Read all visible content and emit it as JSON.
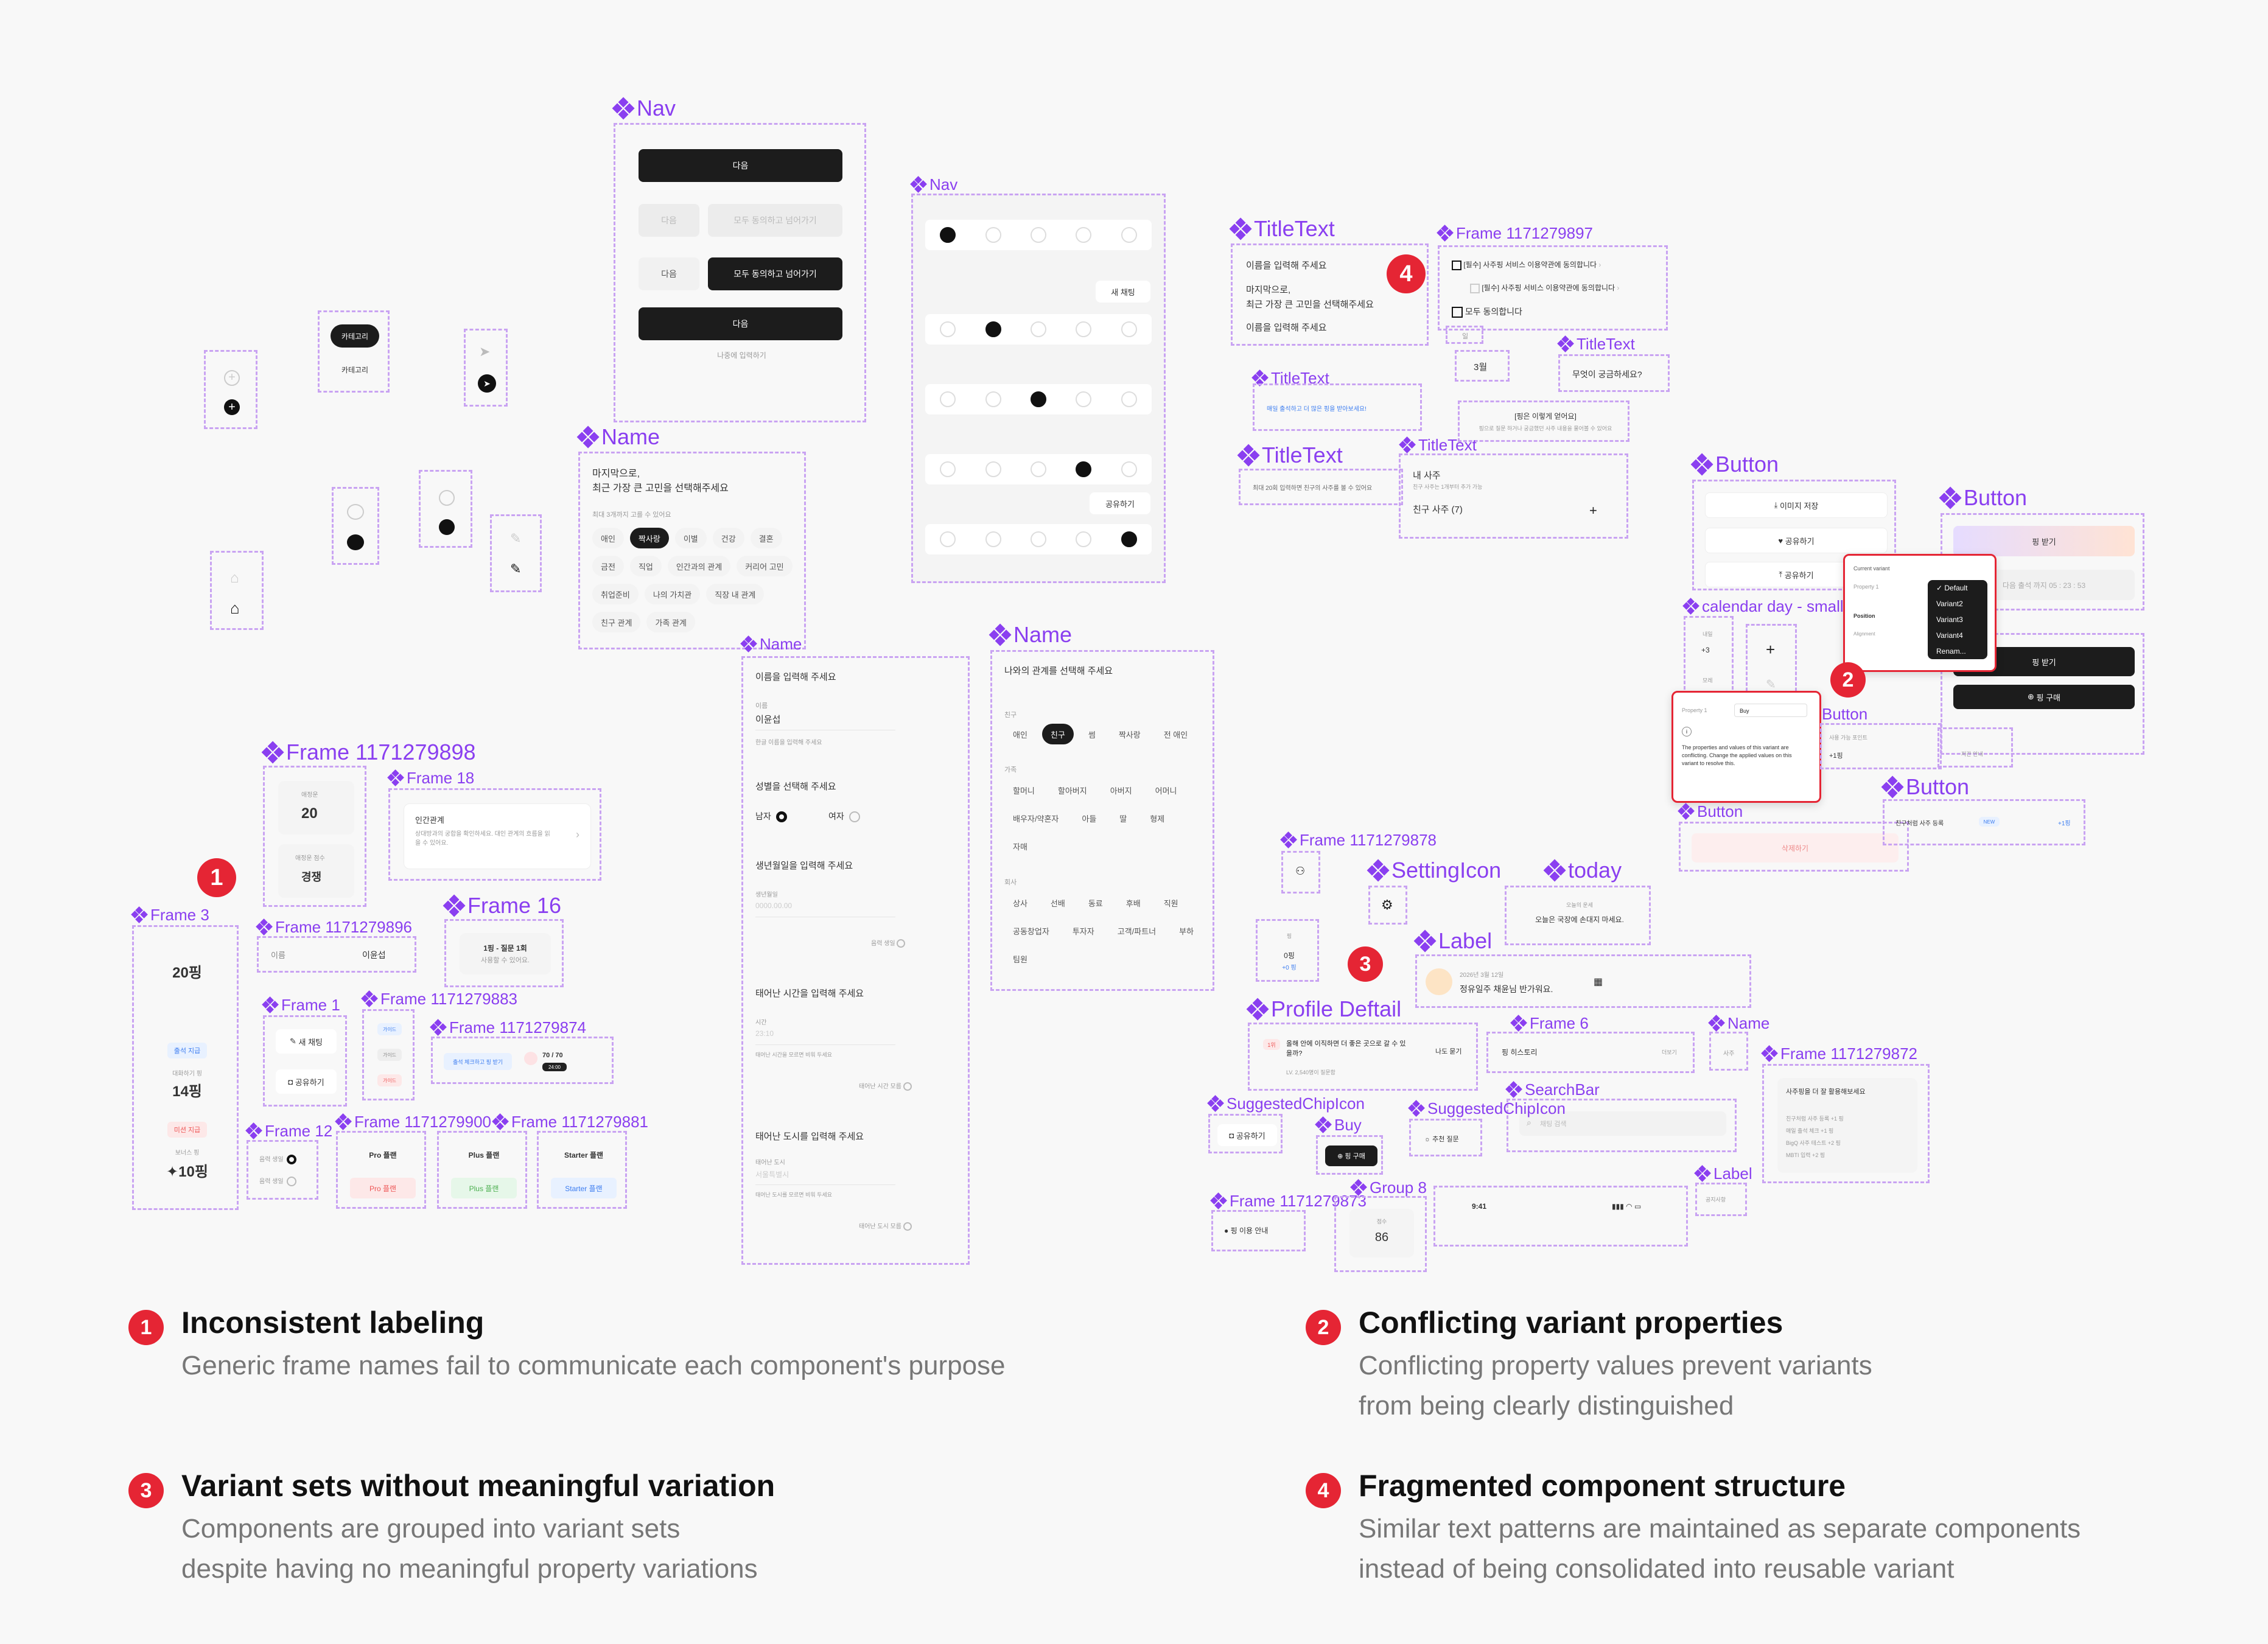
{
  "labels": {
    "nav1": "Nav",
    "nav2": "Nav",
    "name1": "Name",
    "name2": "Name",
    "name3": "Name",
    "frame98": "Frame 1171279898",
    "frame18": "Frame 18",
    "frame3": "Frame 3",
    "frame96": "Frame 1171279896",
    "frame16": "Frame 16",
    "frame1": "Frame 1",
    "frame83": "Frame 1171279883",
    "frame74": "Frame 1171279874",
    "frame12": "Frame 12",
    "frame00": "Frame 1171279900",
    "frame81": "Frame 1171279881",
    "titletext1": "TitleText",
    "frame97": "Frame 1171279897",
    "titletext2": "TitleText",
    "titletext3": "TitleText",
    "titletext4": "TitleText",
    "titletext5": "TitleText",
    "button1": "Button",
    "button2": "Button",
    "calendar": "calendar day - small",
    "button3": "Button",
    "button4": "Button",
    "button5": "Button",
    "frame78": "Frame 1171279878",
    "settingicon": "SettingIcon",
    "today": "today",
    "label1": "Label",
    "profile": "Profile Deftail",
    "frame6": "Frame 6",
    "name4": "Name",
    "frame72": "Frame 1171279872",
    "searchbar": "SearchBar",
    "suggested1": "SuggestedChipIcon",
    "buy": "Buy",
    "suggested2": "SuggestedChipIcon",
    "group8": "Group 8",
    "frame73": "Frame 1171279873",
    "label2": "Label"
  },
  "nav_top": {
    "next": "다음",
    "next_gray": "다음",
    "agree_skip_gray": "모두 동의하고 넘어가기",
    "next_light": "다음",
    "agree_skip": "모두 동의하고 넘어가기",
    "next2": "다음",
    "later": "나중에 입력하기"
  },
  "icons_left": {
    "category1": "카테고리",
    "category2": "카테고리"
  },
  "nav_right": {
    "new_chat": "새 채팅",
    "share": "공유하기"
  },
  "name_panel1": {
    "title": "마지막으로,\n최근 가장 큰 고민을 선택해주세요",
    "hint": "최대 3개까지 고를 수 있어요",
    "chips": [
      "애인",
      "짝사랑",
      "이별",
      "건강",
      "결혼",
      "금전",
      "직업",
      "인간과의 관계",
      "커리어 고민",
      "취업준비",
      "나의 가치관",
      "직장 내 관계",
      "친구 관계",
      "가족 관계"
    ]
  },
  "name_panel2": {
    "q1": "이름을 입력해 주세요",
    "name_label": "이름",
    "name_value": "이윤섭",
    "name_hint": "한글 이름을 입력해 주세요",
    "q2": "성별을 선택해 주세요",
    "male": "남자",
    "female": "여자",
    "q3": "생년월일을 입력해 주세요",
    "birth_label": "생년월일",
    "birth_ph": "0000.00.00",
    "lunar": "음력 생일",
    "q4": "태어난 시간을 입력해 주세요",
    "time_label": "시간",
    "time_ph": "23:10",
    "time_hint": "태어난 시간을 모르면 비워 두세요",
    "unknown_time": "태어난 시간 모름",
    "q5": "태어난 도시를 입력해 주세요",
    "city_label": "태어난 도시",
    "city_ph": "서울특별시",
    "city_hint": "태어난 도시를 모르면 비워 두세요",
    "unknown_city": "태어난 도시 모름"
  },
  "name_panel3": {
    "title": "나와의 관계를 선택해 주세요",
    "g1": "친구",
    "chips1": [
      "애인",
      "친구",
      "썸",
      "짝사랑",
      "전 애인"
    ],
    "g2": "가족",
    "chips2": [
      "할머니",
      "할아버지",
      "아버지",
      "어머니",
      "배우자/약혼자",
      "아들",
      "딸",
      "형제",
      "자매"
    ],
    "g3": "회사",
    "chips3": [
      "상사",
      "선배",
      "동료",
      "후배",
      "직원",
      "공동창업자",
      "투자자",
      "고객/파트너",
      "부하",
      "팀원"
    ]
  },
  "left_frames": {
    "age_label": "애정운",
    "age": "20",
    "level_label": "애정운 점수",
    "level": "경쟁",
    "rel_title": "인간관계",
    "rel_desc": "상대방과의 궁합을 확인하세요. 대인 관계의 흐름을 읽을 수 있어요.",
    "points1": "20핑",
    "tag1": "출석 지급",
    "today_label": "대화하기 핑",
    "points2": "14핑",
    "tag2": "미션 지급",
    "bonus": "보너스 핑",
    "points3": "10핑",
    "name_label": "이름",
    "name_val": "이윤섭",
    "q_title": "1핑 - 질문 1회",
    "q_sub": "사용할 수 있어요.",
    "new_chat": "새 채팅",
    "share": "공유하기",
    "badge1": "가이드",
    "badge2": "가이드",
    "badge3": "가이드",
    "attend": "출석 체크하고 핑 받기",
    "progress": "70 / 70",
    "timer": "24:00",
    "opt1": "음력 생일",
    "opt2": "음력 생일",
    "plan1": "Pro 플랜",
    "plan1b": "Pro 플랜",
    "plan2": "Plus 플랜",
    "plan2b": "Plus 플랜",
    "plan3": "Starter 플랜",
    "plan3b": "Starter 플랜"
  },
  "right_top": {
    "t1": "이름을 입력해 주세요",
    "t2": "마지막으로,\n최근 가장 큰 고민을 선택해주세요",
    "t3": "이름을 입력해 주세요",
    "agree1": "[필수] 사주핑 서비스 이용약관에 동의합니다",
    "agree2": "[필수] 사주핑 서비스 이용약관에 동의합니다",
    "agree_all": "모두 동의합니다",
    "small_label": "일",
    "month": "3월",
    "question": "무엇이 궁금하세요?",
    "tt_blue": "매일 출석하고 더 많은 핑을 받아보세요!",
    "ping_note": "[핑은 이렇게 얻어요]",
    "ping_desc": "핑으로 질문 하거나 궁금했던 사주 내용을 물어볼 수 있어요",
    "tt4": "최대 20회 입력하면 친구의 사주를 볼 수 있어요",
    "my_saju": "내 사주",
    "friend_saju": "친구 사주 (7)",
    "saju_desc": "친구 사주는 1개부터 추가 가능"
  },
  "buttons": {
    "save_image": "이미지 저장",
    "share": "공유하기",
    "share2": "공유하기",
    "get_ping": "핑 받기",
    "next_time": "다음 출석 까지 05 : 23 : 53",
    "get_ping2": "핑 받기",
    "buy_ping": "핑 구매",
    "prop_label": "Property 1",
    "prop_value": "Buy",
    "conflict": "The properties and values of this variant are conflicting. Change the applied values on this variant to resolve this.",
    "cv_title": "Current variant",
    "cv_prop": "Property 1",
    "cv_pos": "Position",
    "cv_align": "Alignment",
    "dropdown": [
      "Default",
      "Variant2",
      "Variant3",
      "Variant4",
      "Renam..."
    ],
    "cal1": "내일",
    "cal_plus": "+3",
    "cal2": "모레",
    "delete": "삭제하기",
    "ping_plus": "+1핑",
    "friend_reg": "친구처럼 사주 등록",
    "new_tag": "NEW",
    "ping_plus2": "+1핑",
    "btn_small1": "사용 가능 포인트",
    "btn_small2": "저간 안내"
  },
  "right_mid": {
    "ping_count": "0핑",
    "ping_plus": "+0 핑",
    "today_title": "오늘의 운세",
    "today_desc": "오늘은 국장에 손대지 마세요.",
    "date": "2026년 3월 12일",
    "greeting": "정유일주 채윤님 반가워요.",
    "profile_title": "올해 안에 이직하면 더 좋은 곳으로 갈 수 있을까?",
    "profile_sub": "나도 묻기",
    "profile_meta": "LV. 2,540명이 질문함",
    "profile_tag": "1위",
    "ping_history": "핑 히스토리",
    "history_arrow": "더보기",
    "name_small": "사주",
    "saju_more": "사주핑을 더 잘 활용해보세요",
    "saju_items": [
      "사주핑을 더 잘 활용해보세요",
      "친구처럼 사주 등록 +1 핑",
      "매일 출석 체크 +1 핑",
      "BigQ 사주 테스트 +2 핑",
      "MBTI 입력 +2 핑"
    ],
    "search_ph": "채팅 검색",
    "chip_share": "공유하기",
    "buy_ping": "핑 구매",
    "chip_recommend": "추천 질문",
    "status_time": "9:41",
    "ping_guide": "핑 이용 안내",
    "score_label": "점수",
    "score": "86",
    "label2_val": "공지사항"
  },
  "badges": [
    "1",
    "2",
    "3",
    "4"
  ],
  "headings": {
    "h1": "Inconsistent labeling",
    "d1": "Generic frame names fail to communicate each component's purpose",
    "h2": "Conflicting variant properties",
    "d2a": "Conflicting property values prevent variants",
    "d2b": "from being clearly distinguished",
    "h3": "Variant sets without meaningful variation",
    "d3a": "Components are grouped into variant sets",
    "d3b": "despite having no meaningful property variations",
    "h4": "Fragmented component structure",
    "d4a": "Similar text patterns are maintained as separate components",
    "d4b": "instead of being consolidated into reusable variant"
  },
  "colors": {
    "accent": "#8a3ff0",
    "dash": "#c9a3f2",
    "badge_red": "#e52534",
    "dark": "#1c1c1c"
  }
}
